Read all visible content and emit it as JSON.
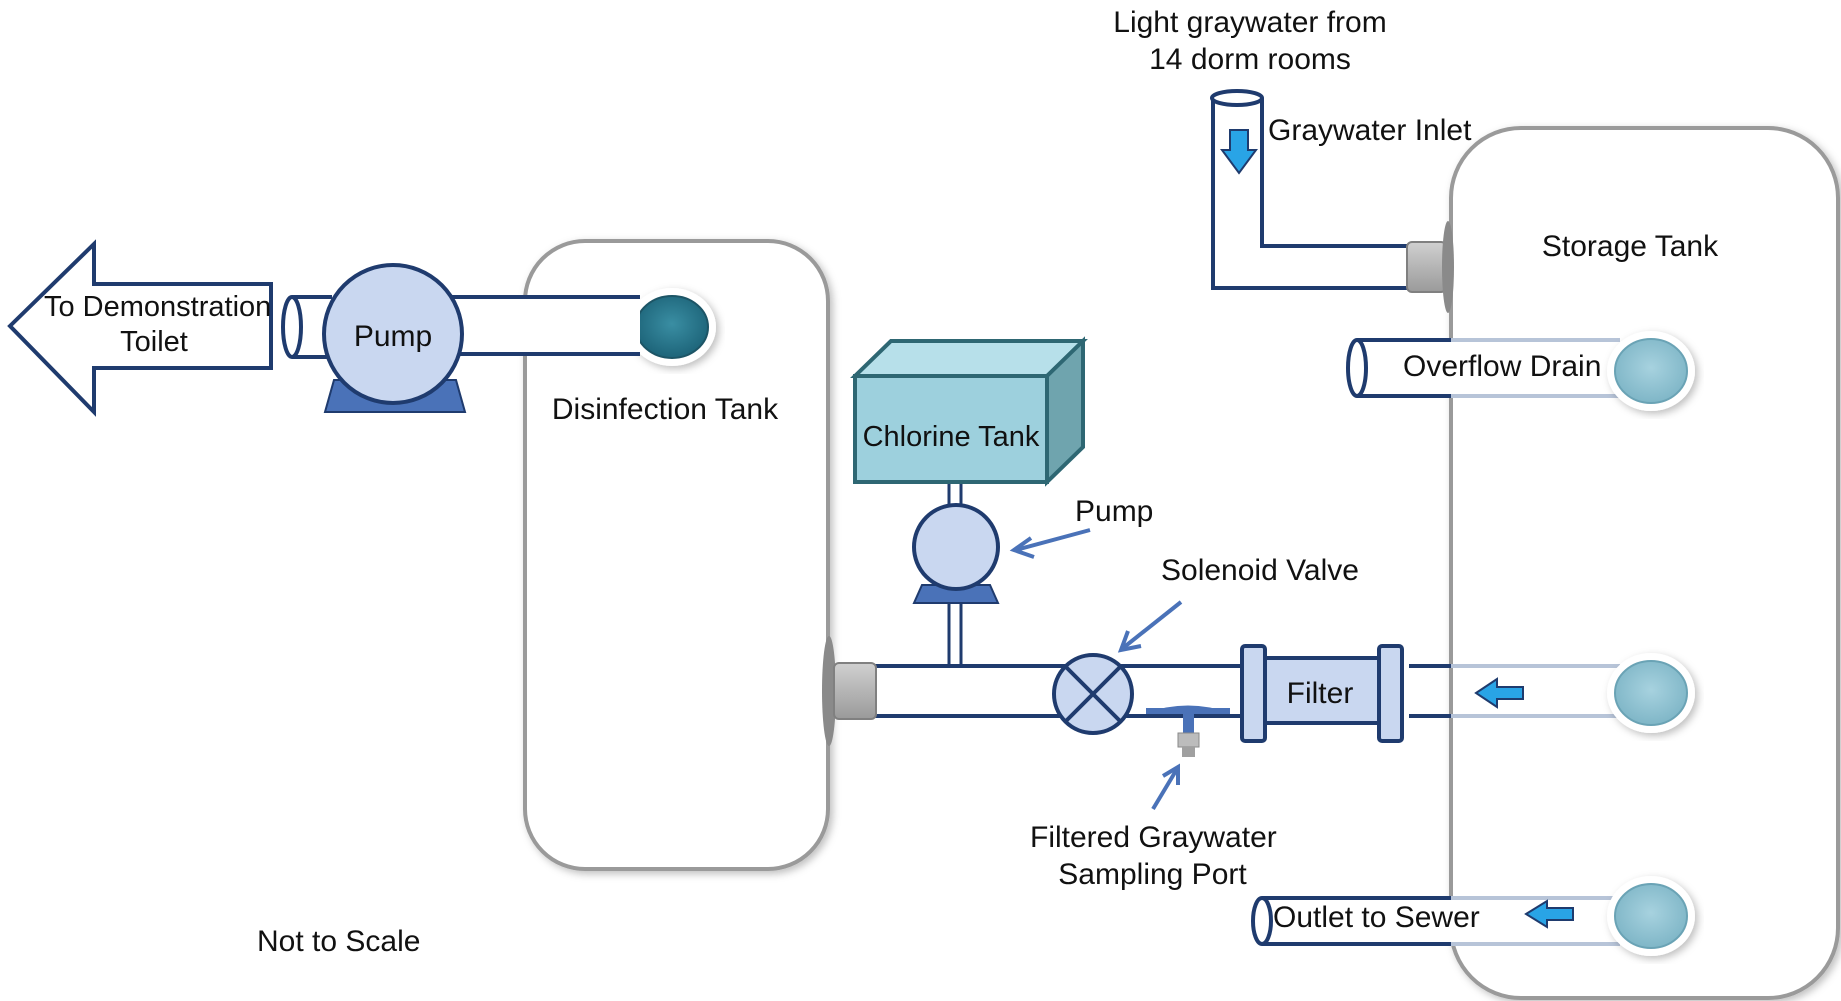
{
  "colors": {
    "pipe_stroke": "#1f3b6e",
    "pipe_fill": "#ffffff",
    "pipe_inside_tank": "#b7c4d8",
    "pump_fill": "#c9d7f0",
    "pump_base": "#4a72b8",
    "chlorine_front": "#9dd0dd",
    "chlorine_top": "#b7e0ea",
    "chlorine_side": "#6fa4ae",
    "chlorine_stroke": "#2e6773",
    "tank_stroke": "#9a9a9a",
    "flow_arrow": "#29a4e6",
    "pointer_arrow": "#4a72b8",
    "dark_port": "#2e7f93",
    "light_port": "#8fc1d1",
    "fitting": "#b0b0b0"
  },
  "labels": {
    "to_toilet": [
      "To Demonstration",
      "Toilet"
    ],
    "pump_main": "Pump",
    "disinfection_tank": "Disinfection Tank",
    "chlorine_tank": "Chlorine Tank",
    "pump_chlorine": "Pump",
    "solenoid_valve": "Solenoid Valve",
    "filter": "Filter",
    "sampling_port": [
      "Filtered Graywater",
      "Sampling Port"
    ],
    "source": [
      "Light graywater from",
      "14 dorm rooms"
    ],
    "graywater_inlet": "Graywater Inlet",
    "storage_tank": "Storage Tank",
    "overflow_drain": "Overflow Drain",
    "outlet_to_sewer": "Outlet to Sewer",
    "scale_note": "Not to Scale"
  },
  "icons": {
    "flow_arrows": [
      "arrow-down-icon",
      "arrow-left-icon",
      "arrow-left-icon"
    ],
    "pumps": [
      "pump-icon",
      "pump-icon"
    ],
    "valve": "valve-icon"
  }
}
